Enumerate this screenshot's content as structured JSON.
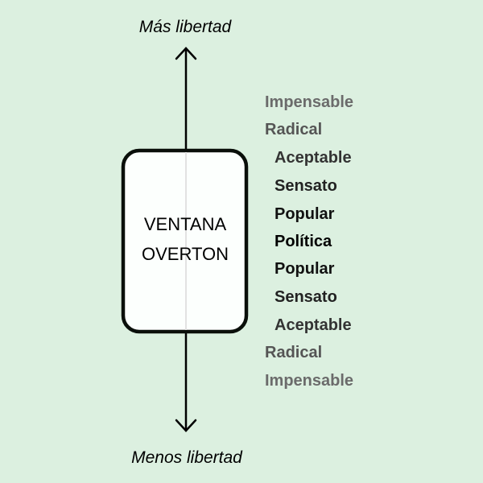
{
  "top_label": "Más libertad",
  "bottom_label": "Menos libertad",
  "window": {
    "line1": "VENTANA",
    "line2": "OVERTON"
  },
  "levels": [
    {
      "text": "Impensable",
      "color": "#6b6b6b"
    },
    {
      "text": "Radical",
      "color": "#555555"
    },
    {
      "text": "Aceptable",
      "color": "#333333"
    },
    {
      "text": "Sensato",
      "color": "#222222"
    },
    {
      "text": "Popular",
      "color": "#111111"
    },
    {
      "text": "Política",
      "color": "#000000"
    },
    {
      "text": "Popular",
      "color": "#111111"
    },
    {
      "text": "Sensato",
      "color": "#222222"
    },
    {
      "text": "Aceptable",
      "color": "#333333"
    },
    {
      "text": "Radical",
      "color": "#555555"
    },
    {
      "text": "Impensable",
      "color": "#6b6b6b"
    }
  ]
}
